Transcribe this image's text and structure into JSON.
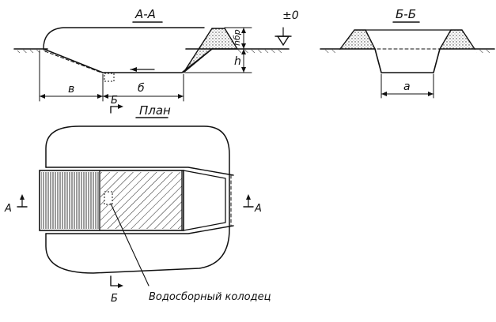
{
  "section_aa": {
    "title": "А-А",
    "zero_mark": "±0",
    "h_bp": "hбр",
    "h": "h",
    "b": "в",
    "bb": "б"
  },
  "section_bb": {
    "title": "Б-Б",
    "a": "а"
  },
  "plan": {
    "title": "План",
    "cut_top": "Б",
    "cut_bottom": "Б",
    "cut_left": "А",
    "cut_right": "А",
    "callout": "Водосборный колодец"
  }
}
